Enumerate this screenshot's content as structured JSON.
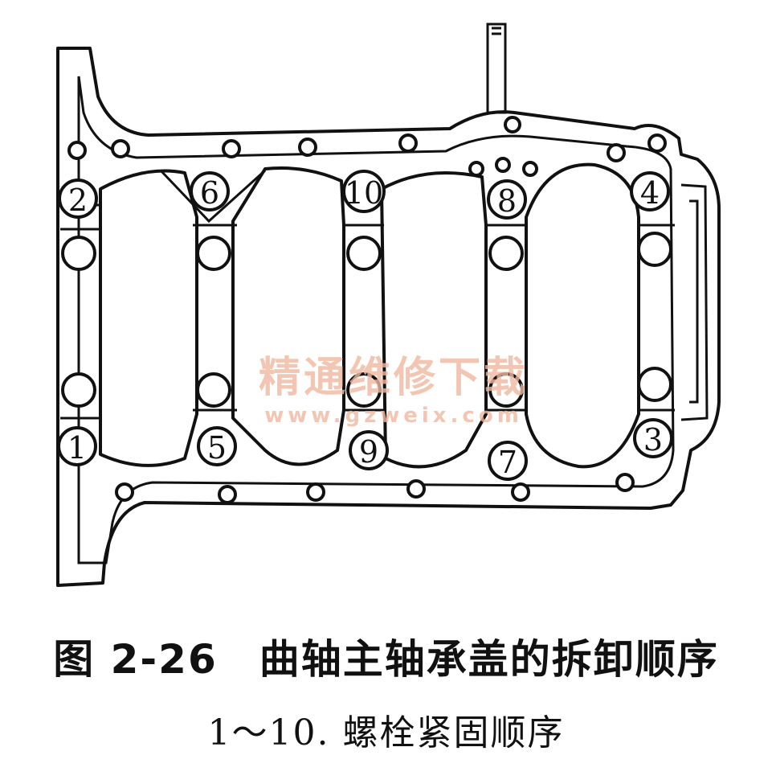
{
  "caption": {
    "title": "图 2-26　曲轴主轴承盖的拆卸顺序",
    "subtitle": "1～10. 螺栓紧固顺序"
  },
  "watermark": {
    "text": "精通维修下载",
    "url": "www.gzweix.com"
  },
  "bolt_labels": [
    "1",
    "2",
    "3",
    "4",
    "5",
    "6",
    "7",
    "8",
    "9",
    "10"
  ]
}
